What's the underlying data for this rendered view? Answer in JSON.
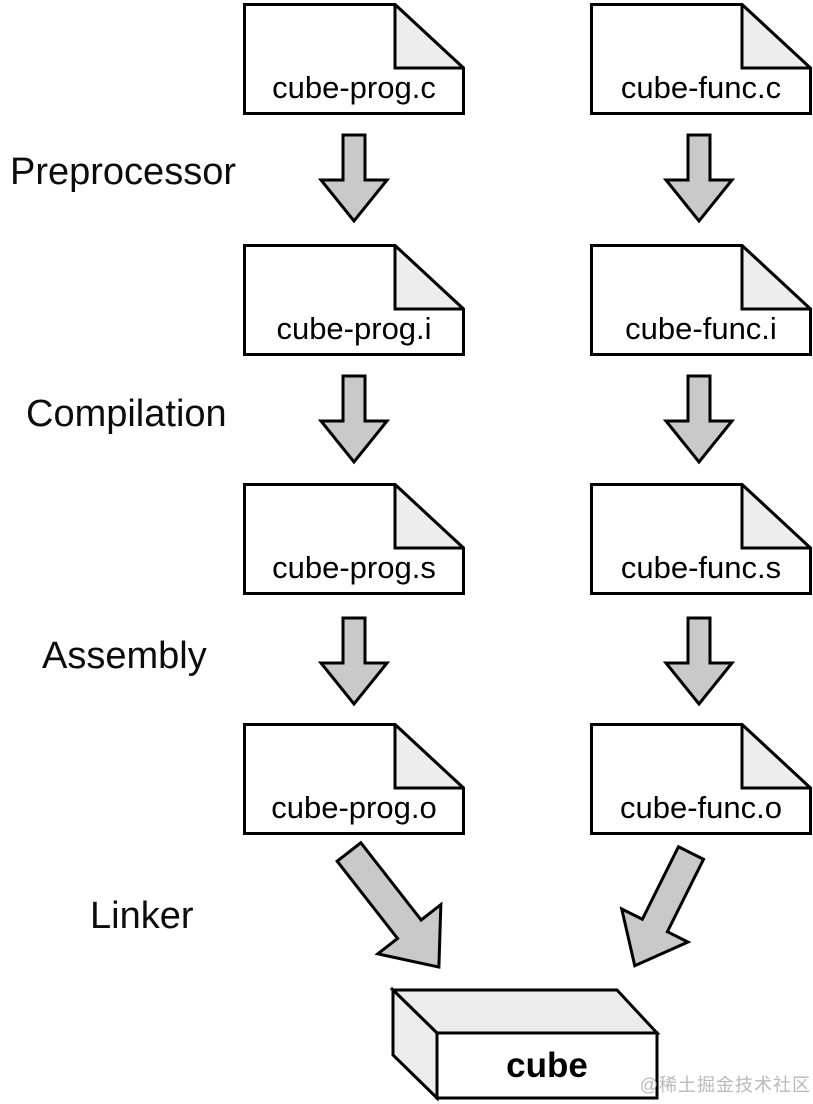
{
  "stages": [
    {
      "label": "Preprocessor"
    },
    {
      "label": "Compilation"
    },
    {
      "label": "Assembly"
    },
    {
      "label": "Linker"
    }
  ],
  "files": {
    "left": [
      "cube-prog.c",
      "cube-prog.i",
      "cube-prog.s",
      "cube-prog.o"
    ],
    "right": [
      "cube-func.c",
      "cube-func.i",
      "cube-func.s",
      "cube-func.o"
    ]
  },
  "output": {
    "label": "cube"
  },
  "watermark": "@稀土掘金技术社区",
  "icons": {
    "file_node": "document-folded-corner-icon",
    "flow_arrow": "block-arrow-down-icon",
    "merge_arrow": "block-arrow-diagonal-icon",
    "output_shape": "3d-box"
  },
  "colors": {
    "background": "#ffffff",
    "outline": "#000000",
    "arrow_fill": "#c9c9c9",
    "fold_fill": "#ededed",
    "box_shade_fill": "#ececec",
    "text": "#000000",
    "watermark": "#b9b9b9"
  }
}
